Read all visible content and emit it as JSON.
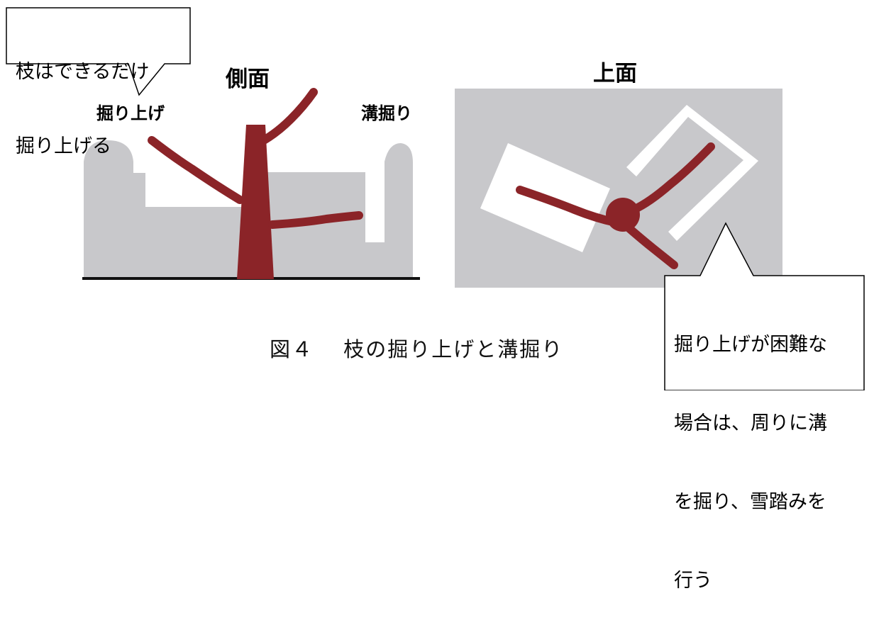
{
  "side_view": {
    "heading": "側面",
    "label_left": "掘り上げ",
    "label_right": "溝掘り"
  },
  "top_view": {
    "heading": "上面"
  },
  "callout_top_left": {
    "line1": "枝はできるだけ",
    "line2": "掘り上げる"
  },
  "callout_bottom_right": {
    "line1": "掘り上げが困難な",
    "line2": "場合は、周りに溝",
    "line3": "を掘り、雪踏みを",
    "line4": "行う"
  },
  "caption": "図４　 枝の掘り上げと溝掘り",
  "colors": {
    "snow": "#c8c8cb",
    "tree": "#8b2428",
    "ground": "#111111",
    "cleared": "#ffffff"
  }
}
